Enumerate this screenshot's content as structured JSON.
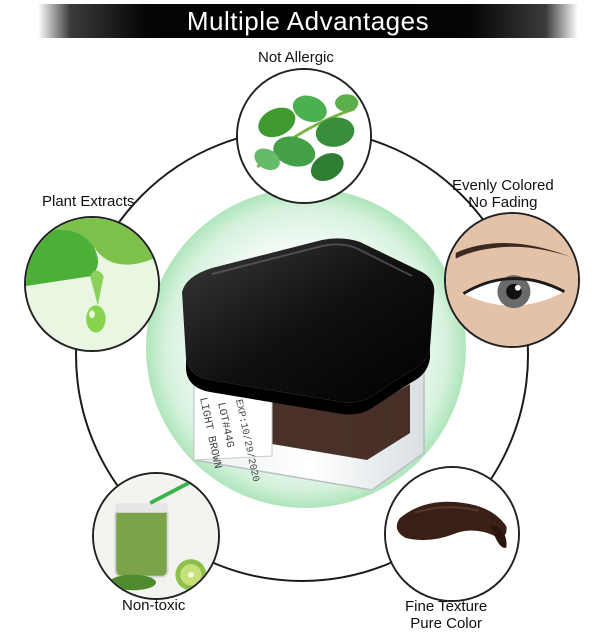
{
  "banner": {
    "title": "Multiple Advantages"
  },
  "features": {
    "not_allergic": "Not Allergic",
    "plant_extracts": "Plant Extracts",
    "evenly_colored_line1": "Evenly Colored",
    "evenly_colored_line2": "No Fading",
    "non_toxic": "Non-toxic",
    "fine_texture_line1": "Fine Texture",
    "pure_color_line2": "Pure Color"
  },
  "product": {
    "label_line1": "LIGHT BROWN",
    "label_line2": "LOT#44G",
    "label_line3": "EXP:10/29/2020"
  },
  "colors": {
    "banner_bg": "#000000",
    "glow": "#a9e3b6",
    "pigment": "#3a1f17",
    "leaf": "#3f9b2f"
  }
}
